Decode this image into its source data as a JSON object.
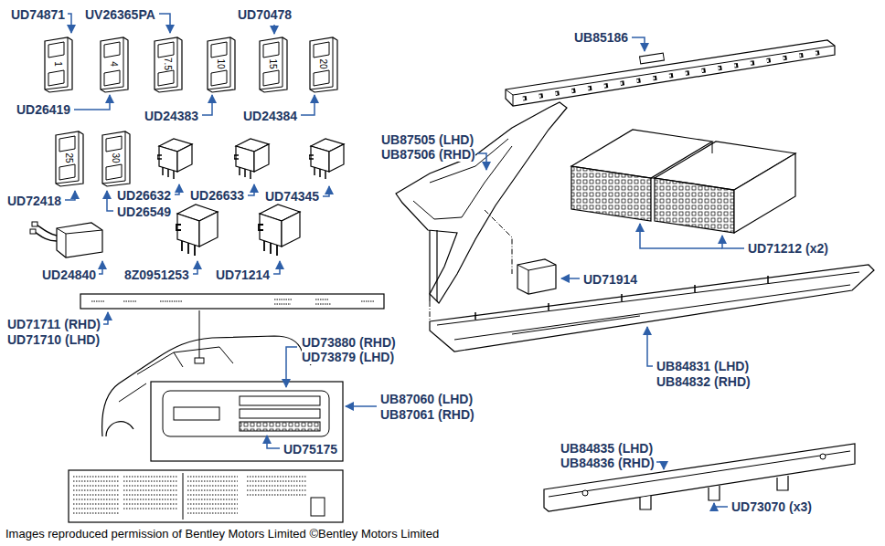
{
  "diagram": {
    "caption": "Images reproduced permission of Bentley Motors Limited ©Bentley Motors Limited",
    "labels": [
      "UD74871",
      "UV26365PA",
      "UD70478",
      "UB85186",
      "UD26419",
      "UD24383",
      "UD24384",
      "UD72418",
      "UD26632",
      "UD26633",
      "UD74345",
      "UD26549",
      "UD24840",
      "8Z0951253",
      "UD71214",
      "UB87505 (LHD)",
      "UB87506 (RHD)",
      "UD71212 (x2)",
      "UD71914",
      "UD71711 (RHD)",
      "UD71710 (LHD)",
      "UD73880 (RHD)",
      "UD73879 (LHD)",
      "UB87060 (LHD)",
      "UB87061 (RHD)",
      "UD75175",
      "UB84831 (LHD)",
      "UB84832 (RHD)",
      "UB84835 (LHD)",
      "UB84836 (RHD)",
      "UD73070 (x3)",
      "1",
      "4",
      "7.5",
      "10",
      "15",
      "20",
      "25",
      "30"
    ]
  }
}
